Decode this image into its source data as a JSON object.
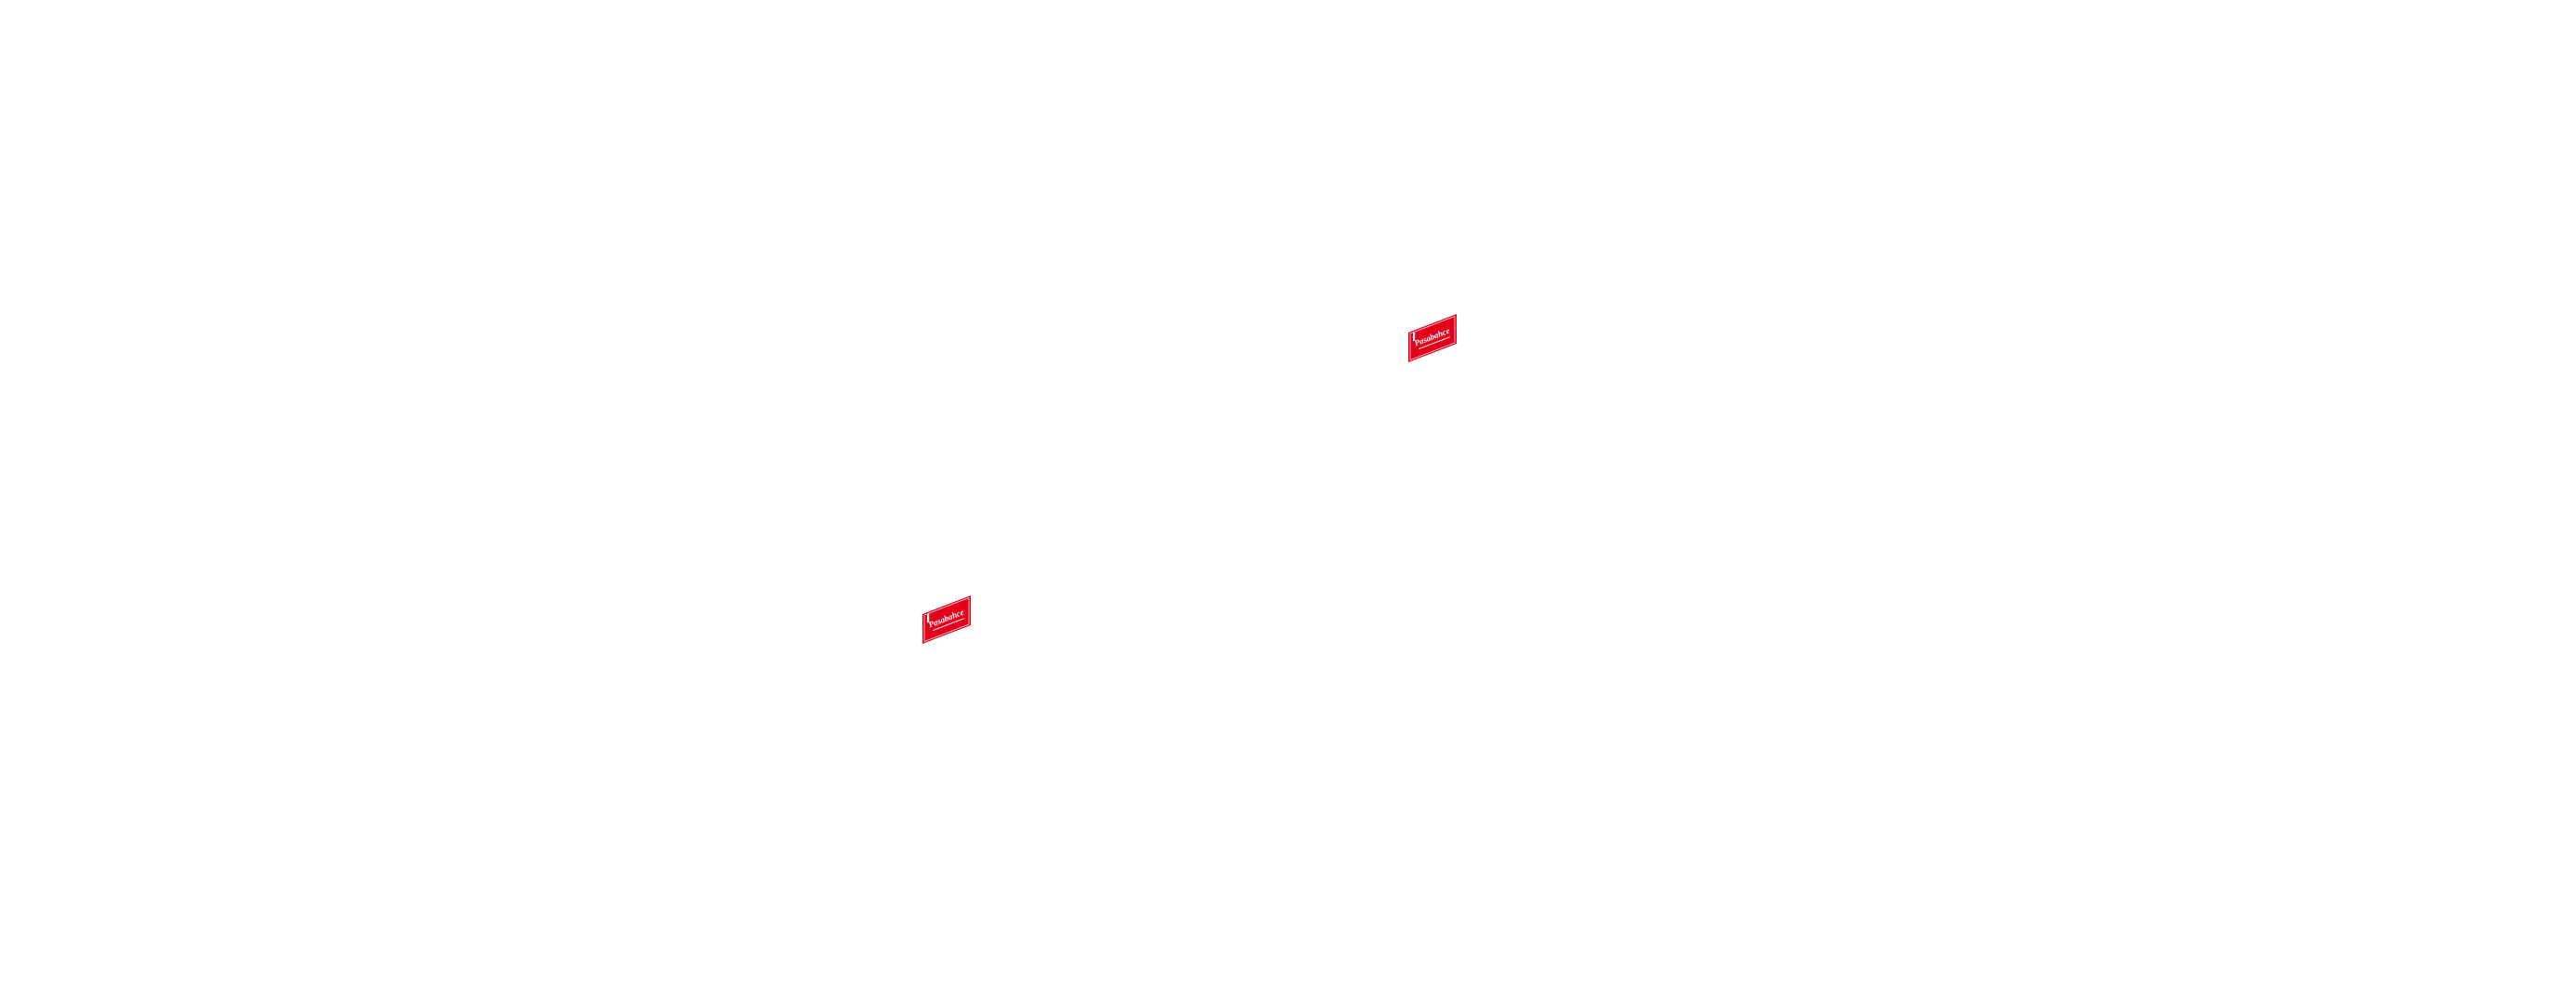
{
  "brand": {
    "name": "Pasabahce",
    "color": "#e3001b",
    "text_color": "#ffffff"
  },
  "logos": [
    {
      "icon": "brand-logo-icon",
      "label": "Pasabahce"
    },
    {
      "icon": "brand-logo-icon",
      "label": "Pasabahce"
    }
  ]
}
